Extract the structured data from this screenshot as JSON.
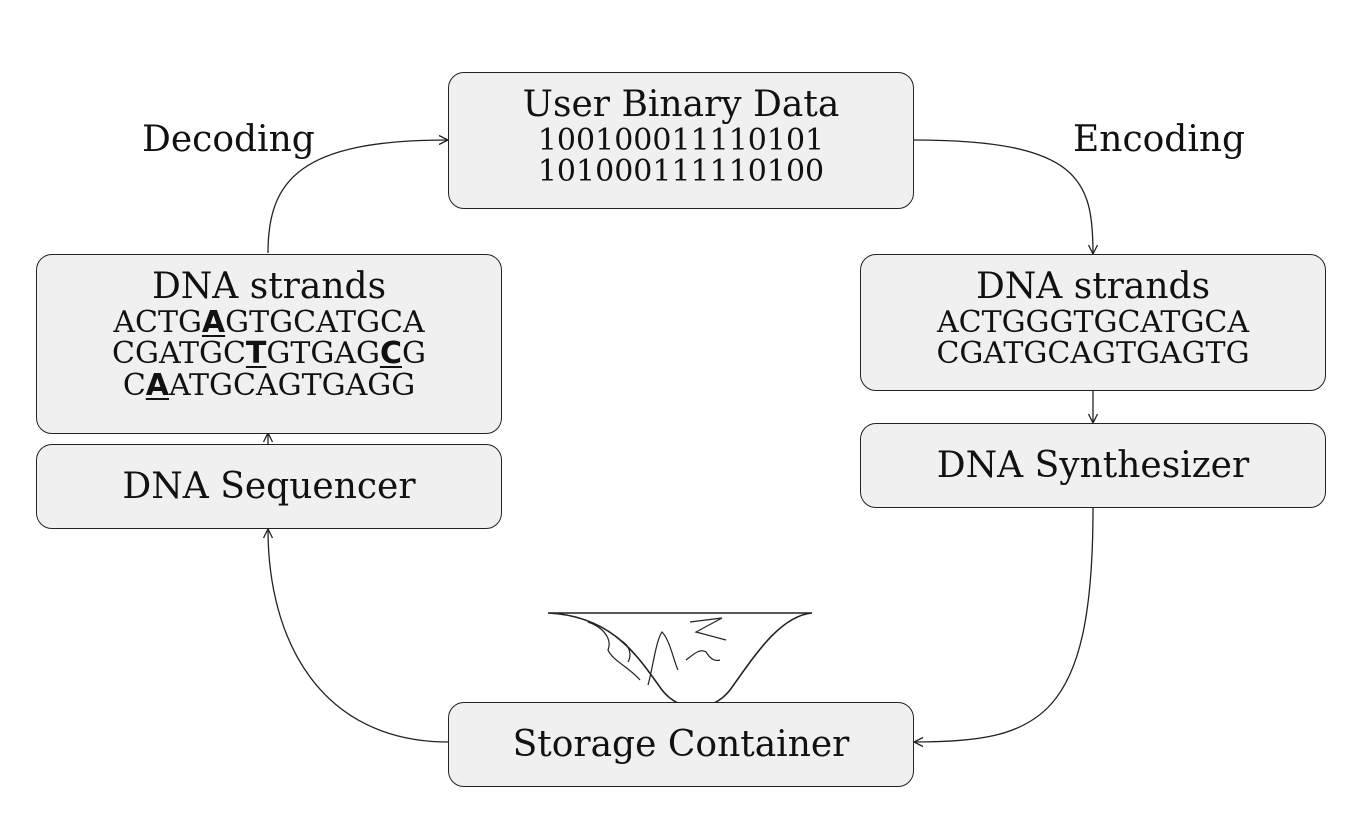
{
  "user_data": {
    "title": "User Binary Data",
    "lines": [
      "100100011110101",
      "101000111110100"
    ]
  },
  "labels": {
    "decoding": "Decoding",
    "encoding": "Encoding"
  },
  "right_strands": {
    "title": "DNA strands",
    "lines": [
      "ACTGGGTGCATGCA",
      "CGATGCAGTGAGTG"
    ]
  },
  "synthesizer": {
    "label": "DNA Synthesizer"
  },
  "storage": {
    "label": "Storage Container"
  },
  "sequencer": {
    "label": "DNA Sequencer"
  },
  "left_strands": {
    "title": "DNA strands",
    "lines": [
      {
        "pre": "ACTG",
        "err": "A",
        "mid": "GTGCATGCA",
        "err2": "",
        "post": ""
      },
      {
        "pre": "CGATGC",
        "err": "T",
        "mid": "GTGAG",
        "err2": "C",
        "post": "G"
      },
      {
        "pre": "C",
        "err": "A",
        "mid": "ATGCAGTGAGG",
        "err2": "",
        "post": ""
      }
    ]
  }
}
